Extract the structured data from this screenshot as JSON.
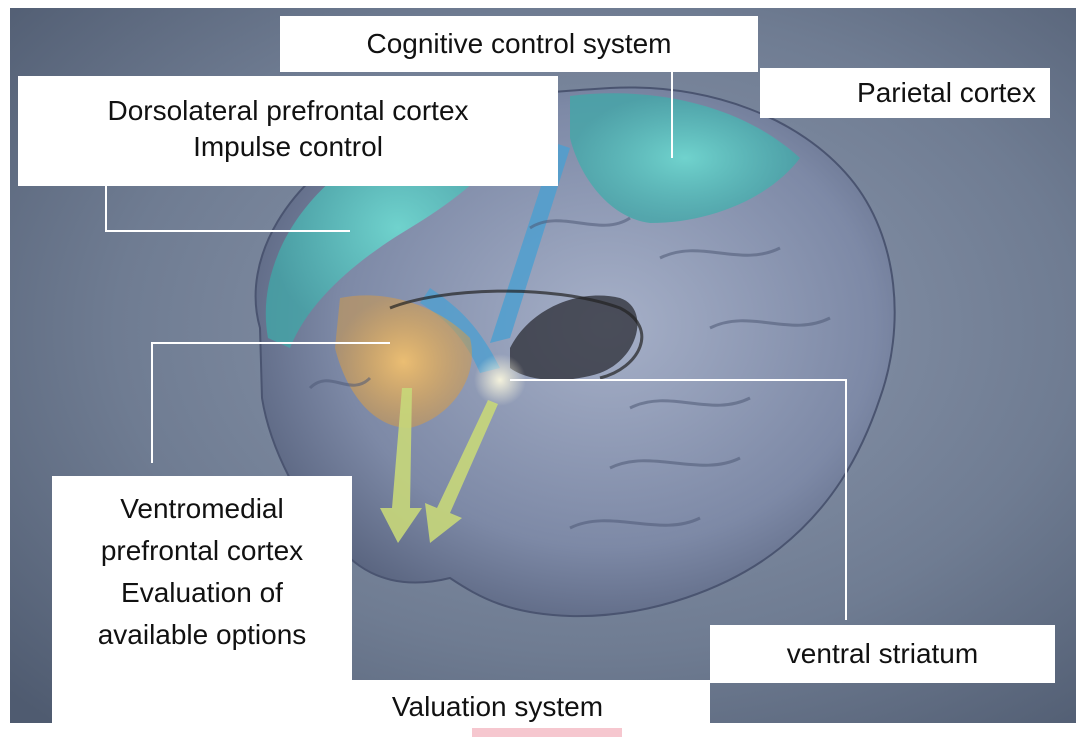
{
  "labels": {
    "cognitive_control": "Cognitive control system",
    "parietal": "Parietal cortex",
    "dlpfc_line1": "Dorsolateral prefrontal cortex",
    "dlpfc_line2": "Impulse control",
    "vmpfc_line1": "Ventromedial",
    "vmpfc_line2": "prefrontal cortex",
    "vmpfc_line3": "Evaluation of",
    "vmpfc_line4": "available options",
    "ventral_striatum": "ventral striatum",
    "valuation": "Valuation system"
  },
  "colors": {
    "background": "#6e7b90",
    "brain": "#7a86a3",
    "cognitive_regions": "#5ec8c3",
    "prefrontal_vm": "#e6b35c",
    "striatum": "#2b2c34",
    "arrows": "#c8d87a"
  }
}
